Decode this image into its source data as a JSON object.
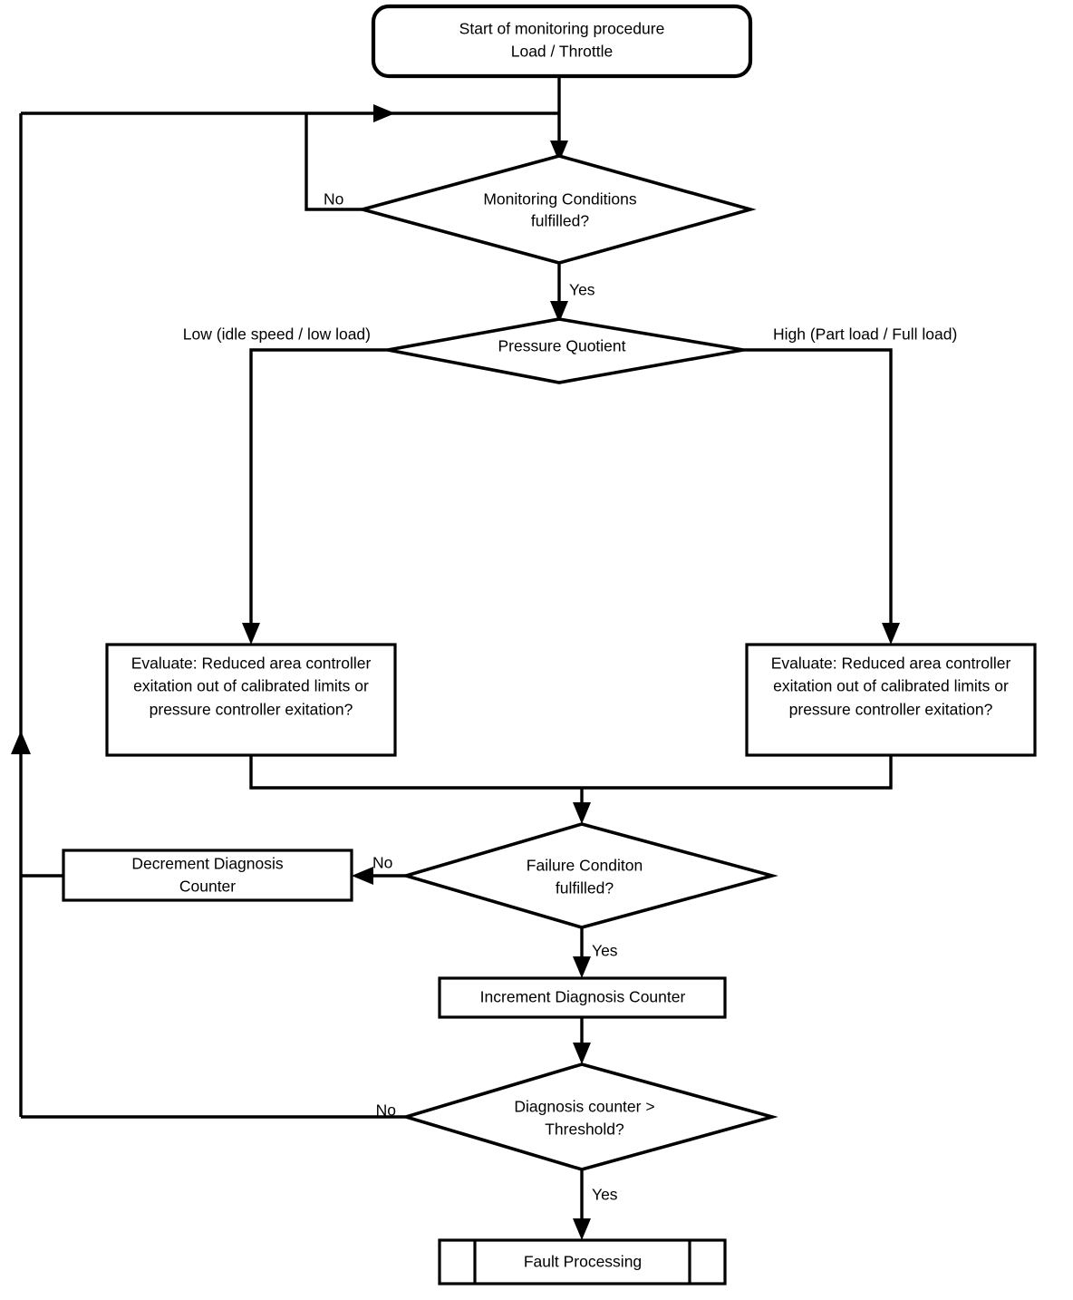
{
  "diagram": {
    "title": "Monitoring procedure Load / Throttle flowchart",
    "type": "flowchart",
    "background_color": "#ffffff",
    "line_color": "#000000",
    "text_color": "#000000"
  },
  "nodes": {
    "start": {
      "shape": "terminator",
      "line1": "Start of monitoring procedure",
      "line2": "Load / Throttle"
    },
    "monitoring_conditions": {
      "shape": "decision",
      "line1": "Monitoring Conditions",
      "line2": "fulfilled?"
    },
    "pressure_quotient": {
      "shape": "decision",
      "line1": "Pressure Quotient"
    },
    "evaluate_low": {
      "shape": "process",
      "line1": "Evaluate: Reduced area controller",
      "line2": "exitation out of calibrated limits or",
      "line3": "pressure controller exitation?"
    },
    "evaluate_high": {
      "shape": "process",
      "line1": "Evaluate: Reduced area controller",
      "line2": "exitation out of calibrated limits or",
      "line3": "pressure controller exitation?"
    },
    "failure_condition": {
      "shape": "decision",
      "line1": "Failure Conditon",
      "line2": "fulfilled?"
    },
    "decrement_counter": {
      "shape": "process",
      "line1": "Decrement Diagnosis",
      "line2": "Counter"
    },
    "increment_counter": {
      "shape": "process",
      "line1": "Increment Diagnosis Counter"
    },
    "diagnosis_threshold": {
      "shape": "decision",
      "line1": "Diagnosis counter >",
      "line2": "Threshold?"
    },
    "fault_processing": {
      "shape": "predefined-process",
      "line1": "Fault Processing"
    }
  },
  "edge_labels": {
    "monitoring_no": "No",
    "monitoring_yes": "Yes",
    "pressure_low": "Low (idle speed / low load)",
    "pressure_high": "High (Part load / Full load)",
    "failure_no": "No",
    "failure_yes": "Yes",
    "threshold_no": "No",
    "threshold_yes": "Yes"
  }
}
